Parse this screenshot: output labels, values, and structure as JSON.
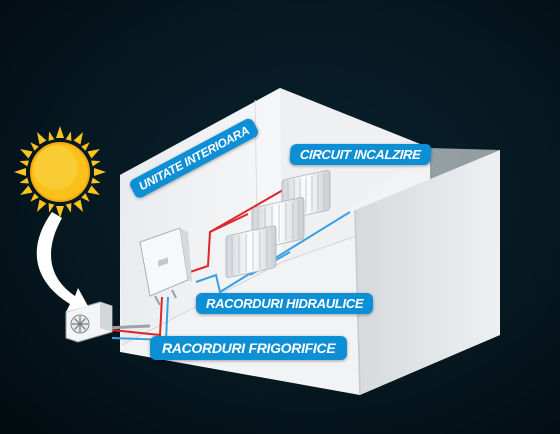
{
  "labels": {
    "unitate": "UNITATE INTERIOARA",
    "circuit": "CIRCUIT INCALZIRE",
    "hidraulice": "RACORDURI HIDRAULICE",
    "frigorifice": "RACORDURI FRIGORIFICE"
  },
  "colors": {
    "background": "#061821",
    "label_bg": "#0d8fd6",
    "sun": "#f7c51c",
    "hot_pipe": "#e0262b",
    "cold_pipe": "#3aa0e0",
    "wall": "#f2f4f6"
  },
  "icons": [
    "sun-icon",
    "arrow-icon",
    "outdoor-unit-icon",
    "indoor-unit-icon",
    "radiator-icon"
  ]
}
